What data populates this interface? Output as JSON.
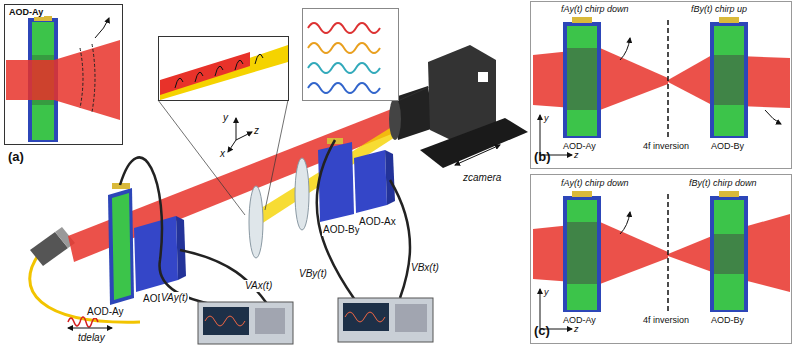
{
  "diagram": {
    "labels": [
      "AOD-Ay",
      "(a)",
      "AOD-Ay",
      "AOD-Ax",
      "y",
      "z",
      "x",
      "VAy(t)",
      "VAx(t)",
      "VBy(t)",
      "VBx(t)",
      "AOD-By",
      "AOD-Ax",
      "zcamera",
      "tdelay",
      "(b)",
      "fAy(t) chirp down",
      "fBy(t) chirp up",
      "AOD-Ay",
      "4f inversion",
      "AOD-By",
      "y",
      "z",
      "(c)",
      "fAy(t) chirp down",
      "fBy(t) chirp down",
      "AOD-Ay",
      "4f inversion",
      "AOD-By",
      "y",
      "z"
    ]
  }
}
